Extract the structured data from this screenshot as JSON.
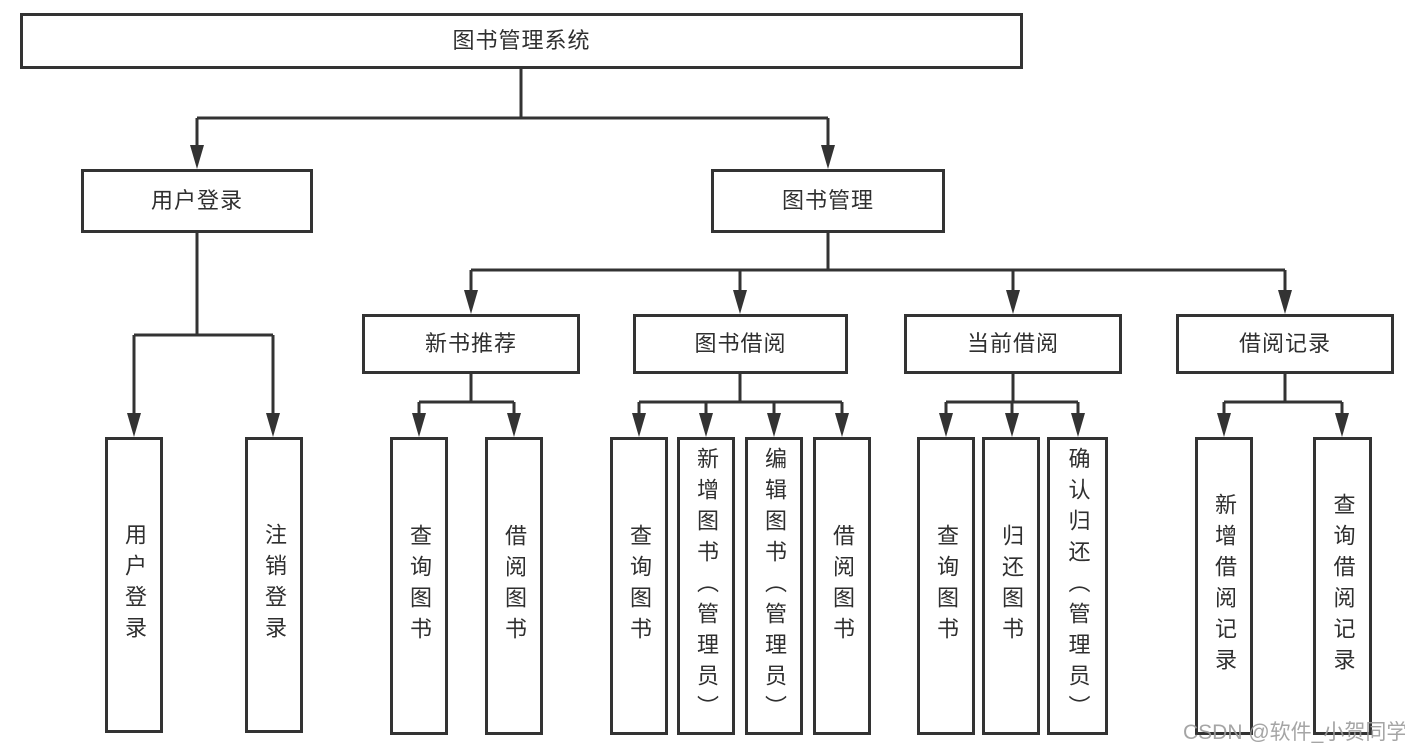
{
  "colors": {
    "line": "#333333",
    "text": "#2f2f2f",
    "box_background": "#ffffff",
    "page_background": "#ffffff",
    "watermark": "#9c9c9c"
  },
  "tree": {
    "root": {
      "label": "图书管理系统"
    },
    "branches": [
      {
        "label": "用户登录",
        "children": [
          {
            "label": "用户登录"
          },
          {
            "label": "注销登录"
          }
        ]
      },
      {
        "label": "图书管理",
        "children": [
          {
            "label": "新书推荐",
            "children": [
              {
                "label": "查询图书"
              },
              {
                "label": "借阅图书"
              }
            ]
          },
          {
            "label": "图书借阅",
            "children": [
              {
                "label": "查询图书"
              },
              {
                "label": "新增图书（管理员）"
              },
              {
                "label": "编辑图书（管理员）"
              },
              {
                "label": "借阅图书"
              }
            ]
          },
          {
            "label": "当前借阅",
            "children": [
              {
                "label": "查询图书"
              },
              {
                "label": "归还图书"
              },
              {
                "label": "确认归还（管理员）"
              }
            ]
          },
          {
            "label": "借阅记录",
            "children": [
              {
                "label": "新增借阅记录"
              },
              {
                "label": "查询借阅记录"
              }
            ]
          }
        ]
      }
    ]
  },
  "watermark": {
    "text": "CSDN @软件_小贺同学"
  }
}
